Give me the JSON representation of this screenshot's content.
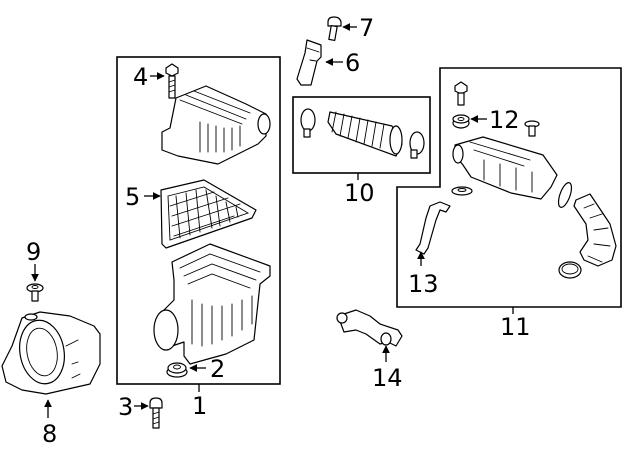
{
  "diagram": {
    "title": "Air Intake Assembly Parts Diagram",
    "callouts": [
      {
        "number": "1",
        "part": "air-cleaner-assembly"
      },
      {
        "number": "2",
        "part": "grommet"
      },
      {
        "number": "3",
        "part": "bolt"
      },
      {
        "number": "4",
        "part": "bolt"
      },
      {
        "number": "5",
        "part": "air-filter-element"
      },
      {
        "number": "6",
        "part": "air-duct-inlet"
      },
      {
        "number": "7",
        "part": "bolt"
      },
      {
        "number": "8",
        "part": "air-inlet-duct"
      },
      {
        "number": "9",
        "part": "screw"
      },
      {
        "number": "10",
        "part": "outlet-hose-with-clamps"
      },
      {
        "number": "11",
        "part": "resonator-assembly"
      },
      {
        "number": "12",
        "part": "grommet"
      },
      {
        "number": "13",
        "part": "bracket"
      },
      {
        "number": "14",
        "part": "vent-hose"
      }
    ]
  }
}
